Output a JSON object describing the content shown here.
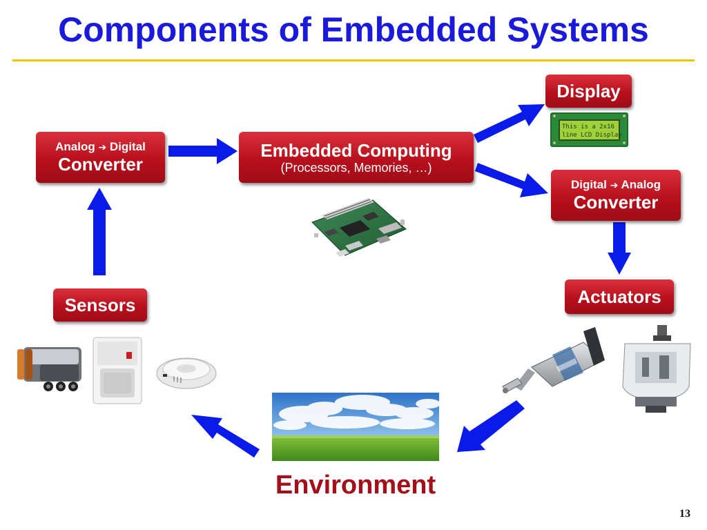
{
  "slide": {
    "title": "Components of Embedded Systems",
    "page_number": "13"
  },
  "nodes": {
    "adc": {
      "line1": "Analog",
      "arrow": "➔",
      "line2": "Digital",
      "label": "Converter"
    },
    "embedded": {
      "label": "Embedded Computing",
      "sub": "(Processors, Memories, …)"
    },
    "display": {
      "label": "Display"
    },
    "dac": {
      "line1": "Digital",
      "arrow": "➔",
      "line2": "Analog",
      "label": "Converter"
    },
    "actuators": {
      "label": "Actuators"
    },
    "sensors": {
      "label": "Sensors"
    },
    "environment": {
      "label": "Environment"
    }
  },
  "lcd": {
    "line1": "This is a 2x16",
    "line2": "line LCD Display"
  },
  "colors": {
    "title": "#1a1adb",
    "rule": "#f2c500",
    "box": "#b7101c",
    "arrow": "#0a1ae8",
    "environment_label": "#a4101a"
  }
}
